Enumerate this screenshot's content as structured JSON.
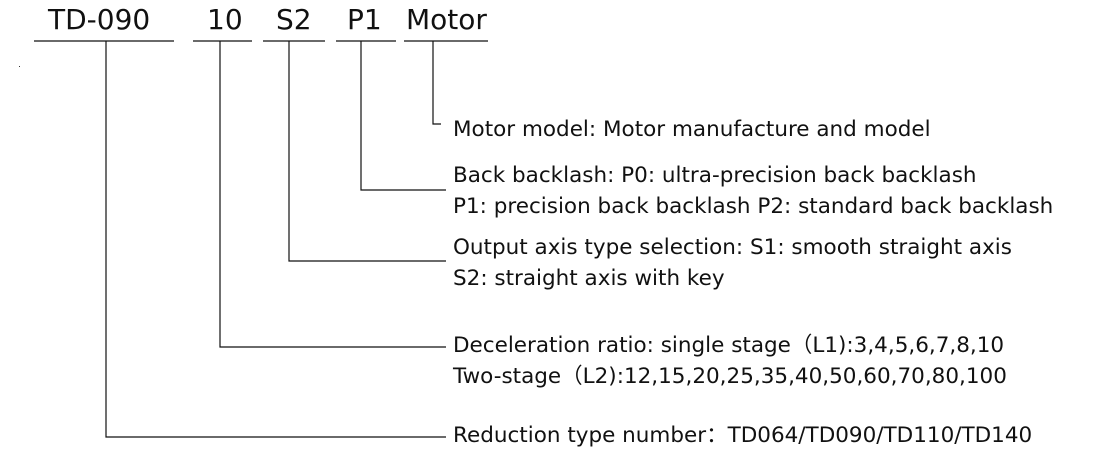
{
  "code": {
    "type_number": "TD-090",
    "ratio": "10",
    "axis": "S2",
    "backlash": "P1",
    "motor": "Motor"
  },
  "descriptions": {
    "motor_model": "Motor model: Motor manufacture and model",
    "backlash_line1": "Back backlash: P0: ultra-precision back backlash",
    "backlash_line2": "P1: precision back backlash P2: standard back backlash",
    "axis_line1": "Output axis type selection: S1: smooth straight axis",
    "axis_line2": "S2: straight axis with key",
    "ratio_line1": "Deceleration ratio: single stage（L1):3,4,5,6,7,8,10",
    "ratio_line2": "Two-stage（L2):12,15,20,25,35,40,50,60,70,80,100",
    "type_number": "Reduction type number：TD064/TD090/TD110/TD140"
  }
}
